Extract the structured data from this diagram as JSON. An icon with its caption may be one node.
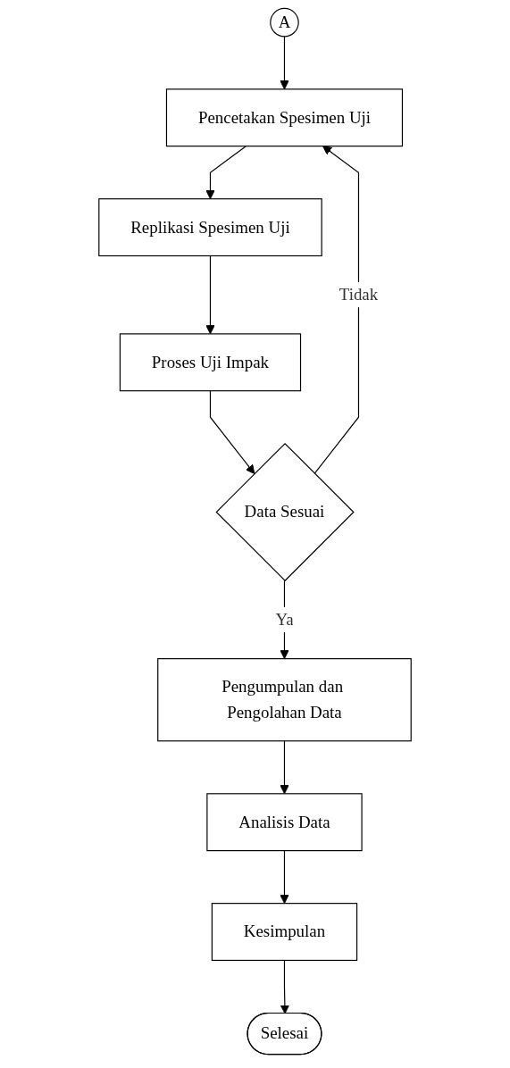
{
  "diagram": {
    "nodes": [
      {
        "text": [
          "A"
        ]
      },
      {
        "text": [
          "Pencetakan Spesimen Uji"
        ]
      },
      {
        "text": [
          "Replikasi Spesimen Uji"
        ]
      },
      {
        "text": [
          "Proses Uji Impak"
        ]
      },
      {
        "text": [
          "Data Sesuai"
        ]
      },
      {
        "text": [
          "Pengumpulan dan Pengolahan Data"
        ]
      },
      {
        "text": [
          "Analisis Data"
        ]
      },
      {
        "text": [
          "Kesimpulan"
        ]
      },
      {
        "text": [
          "Selesai"
        ]
      }
    ],
    "edges": [
      {
        "from": 0,
        "to": 1,
        "arrow": "to"
      },
      {
        "from": 1,
        "to": 2,
        "arrow": "to"
      },
      {
        "from": 2,
        "to": 3,
        "arrow": "to"
      },
      {
        "from": 3,
        "to": 4,
        "arrow": "to"
      },
      {
        "from": 4,
        "to": 1,
        "label": "Tidak",
        "arrow": "to"
      },
      {
        "from": 4,
        "to": 5,
        "label": "Ya",
        "arrow": "to"
      },
      {
        "from": 5,
        "to": 6,
        "arrow": "to"
      },
      {
        "from": 6,
        "to": 7,
        "arrow": "to"
      },
      {
        "from": 7,
        "to": 8,
        "arrow": "to"
      }
    ]
  }
}
